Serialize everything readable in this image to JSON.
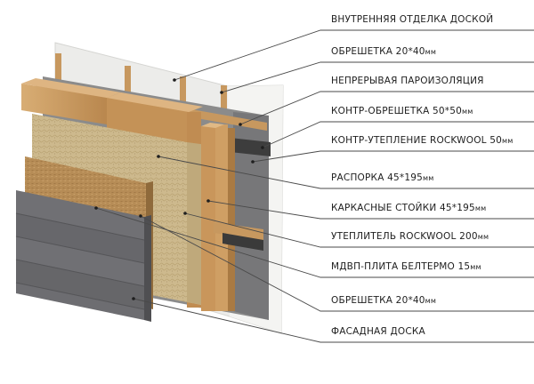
{
  "labels": [
    {
      "text": "ВНУТРЕННЯЯ ОТДЕЛКА ДОСКОЙ",
      "unit": ""
    },
    {
      "text": "ОБРЕШЕТКА 20*40",
      "unit": "мм"
    },
    {
      "text": "НЕПРЕРЫВАЯ ПАРОИЗОЛЯЦИЯ",
      "unit": ""
    },
    {
      "text": "КОНТР-ОБРЕШЕТКА 50*50",
      "unit": "мм"
    },
    {
      "text": "КОНТР-УТЕПЛЕНИЕ ROCKWOOL 50",
      "unit": "мм"
    },
    {
      "text": "РАСПОРКА 45*195",
      "unit": "мм"
    },
    {
      "text": "КАРКАСНЫЕ СТОЙКИ 45*195",
      "unit": "мм"
    },
    {
      "text": "УТЕПЛИТЕЛЬ ROCKWOOL 200",
      "unit": "мм"
    },
    {
      "text": "МДВП-ПЛИТА БЕЛТЕРМО 15",
      "unit": "мм"
    },
    {
      "text": "ОБРЕШЕТКА 20*40",
      "unit": "мм"
    },
    {
      "text": "ФАСАДНАЯ ДОСКА",
      "unit": ""
    }
  ],
  "colors": {
    "inner_board": "#ececea",
    "vapor_barrier": "#8b8b8b",
    "wood": "#c99a62",
    "insulation": "#cdb98d",
    "fibreboard": "#b58a55",
    "facade": "#6f6f73",
    "leader_line": "#4a4a4a"
  }
}
